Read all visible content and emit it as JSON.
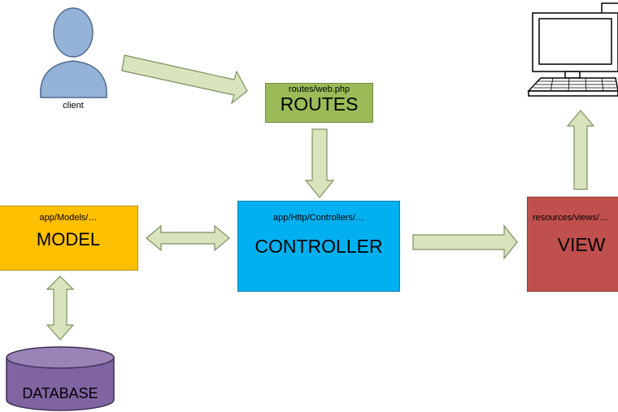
{
  "colors": {
    "arrow_fill": "#d7e4bd",
    "arrow_stroke": "#7f8f5f",
    "routes": "#9bbb59",
    "model": "#ffc000",
    "controller": "#00b0f0",
    "view": "#c0504d",
    "database": "#8064a2",
    "client": "#95b3d7"
  },
  "client": {
    "label": "client"
  },
  "routes": {
    "path": "routes/web.php",
    "title": "ROUTES"
  },
  "model": {
    "path": "app/Models/…",
    "title": "MODEL"
  },
  "controller": {
    "path": "app/Http/Controllers/…",
    "title": "CONTROLLER"
  },
  "view": {
    "path": "resources/views/…",
    "title": "VIEW"
  },
  "database": {
    "title": "DATABASE"
  },
  "icons": [
    "user-icon",
    "computer-icon",
    "database-cylinder"
  ]
}
